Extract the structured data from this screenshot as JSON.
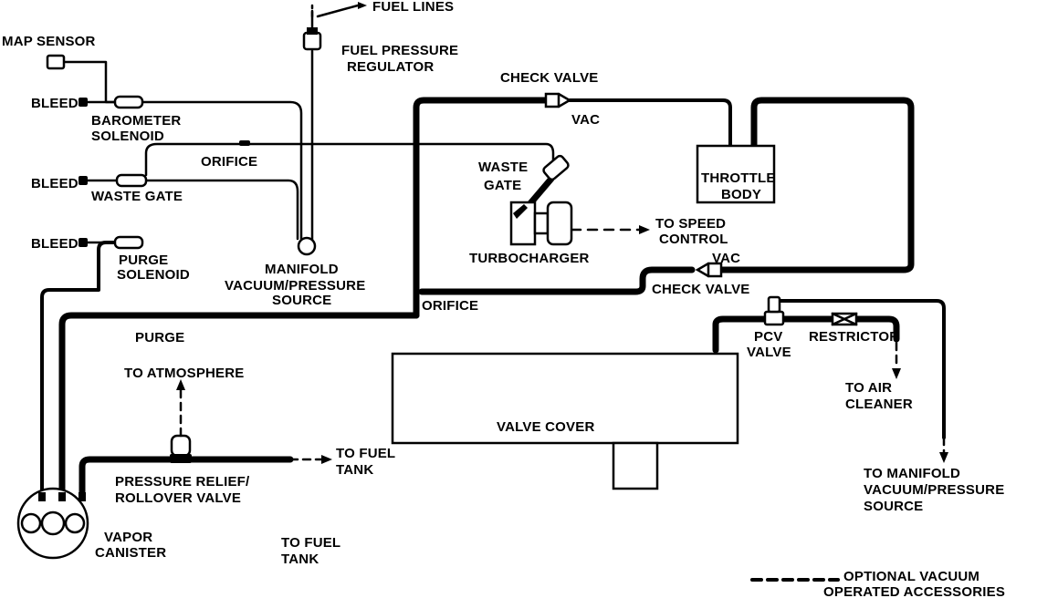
{
  "labels": {
    "fuel_lines": "FUEL LINES",
    "map_sensor": "MAP SENSOR",
    "fuel_pressure_regulator_1": "FUEL PRESSURE",
    "fuel_pressure_regulator_2": "REGULATOR",
    "check_valve_top": "CHECK VALVE",
    "vac_top": "VAC",
    "bleed_1": "BLEED",
    "bleed_2": "BLEED",
    "bleed_3": "BLEED",
    "barometer_solenoid_1": "BAROMETER",
    "barometer_solenoid_2": "SOLENOID",
    "orifice_top": "ORIFICE",
    "waste_gate_left": "WASTE GATE",
    "waste_gate_turbo_1": "WASTE",
    "waste_gate_turbo_2": "GATE",
    "throttle_body_1": "THROTTLE",
    "throttle_body_2": "BODY",
    "to_speed_control_1": "TO SPEED",
    "to_speed_control_2": "CONTROL",
    "turbocharger": "TURBOCHARGER",
    "vac_right": "VAC",
    "check_valve_right": "CHECK VALVE",
    "purge_solenoid_1": "PURGE",
    "purge_solenoid_2": "SOLENOID",
    "manifold_source_1": "MANIFOLD",
    "manifold_source_2": "VACUUM/PRESSURE",
    "manifold_source_3": "SOURCE",
    "orifice_mid": "ORIFICE",
    "purge": "PURGE",
    "pcv_valve_1": "PCV",
    "pcv_valve_2": "VALVE",
    "restrictor": "RESTRICTOR",
    "to_atmosphere": "TO ATMOSPHERE",
    "to_air_cleaner_1": "TO AIR",
    "to_air_cleaner_2": "CLEANER",
    "valve_cover": "VALVE COVER",
    "to_fuel_tank_1a": "TO FUEL",
    "to_fuel_tank_1b": "TANK",
    "pressure_relief_1": "PRESSURE RELIEF/",
    "pressure_relief_2": "ROLLOVER  VALVE",
    "to_manifold_1": "TO MANIFOLD",
    "to_manifold_2": "VACUUM/PRESSURE",
    "to_manifold_3": "SOURCE",
    "vapor_canister_1": "VAPOR",
    "vapor_canister_2": "CANISTER",
    "to_fuel_tank_2a": "TO FUEL",
    "to_fuel_tank_2b": "TANK",
    "legend_1": "OPTIONAL VACUUM",
    "legend_2": "OPERATED ACCESSORIES"
  }
}
